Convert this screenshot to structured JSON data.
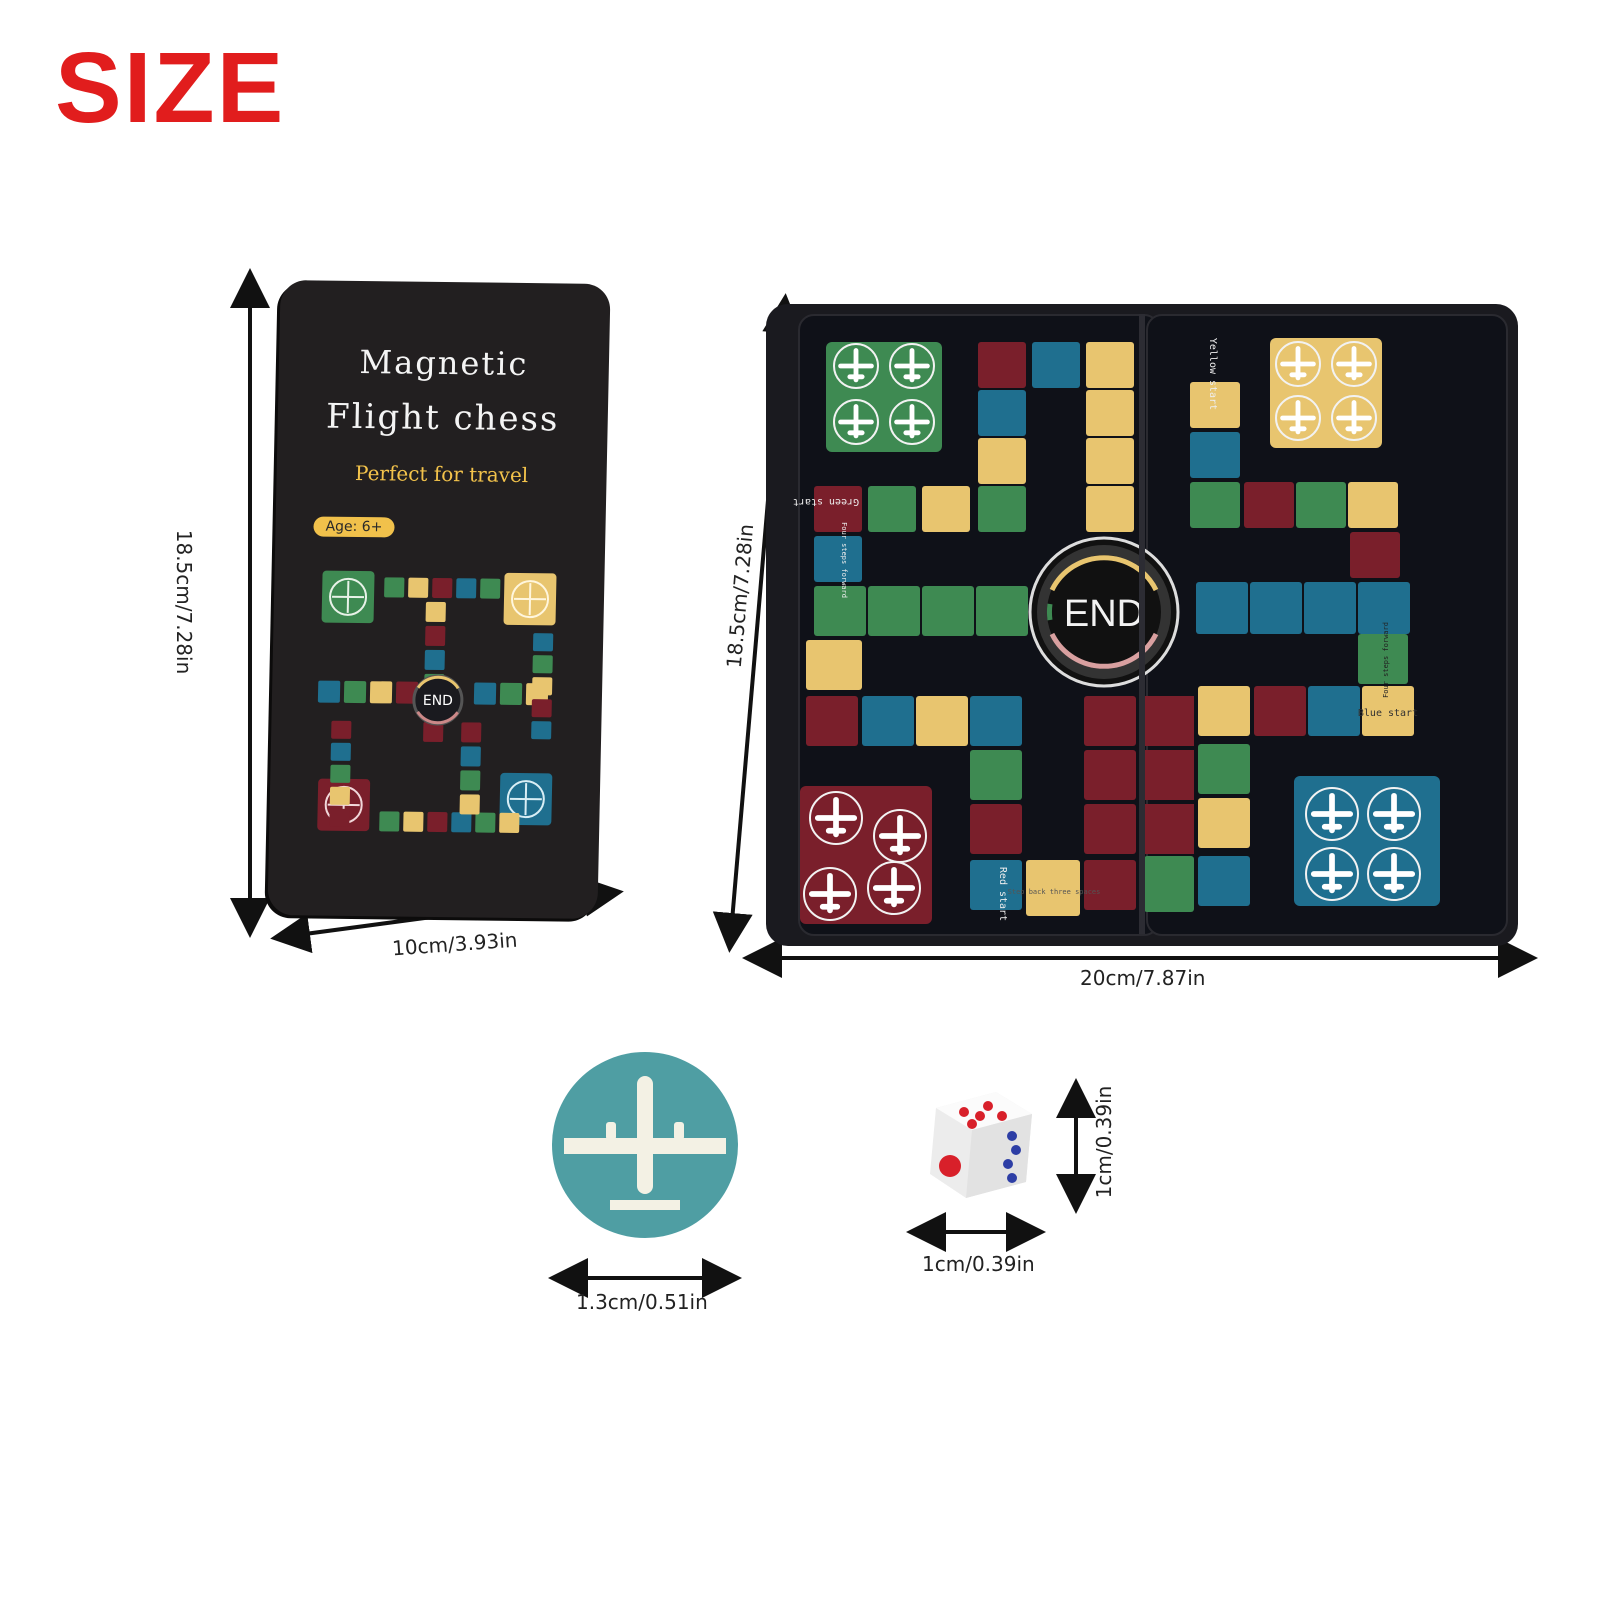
{
  "header": {
    "title": "SIZE",
    "title_color": "#e11d1d"
  },
  "closed_box": {
    "title_line1": "Magnetic",
    "title_line2": "Flight chess",
    "subtitle": "Perfect for travel",
    "age_badge": "Age: 6+",
    "center_label": "END",
    "height_label": "18.5cm/7.28in",
    "width_label": "10cm/3.93in"
  },
  "open_board": {
    "center_label": "END",
    "height_label": "18.5cm/7.28in",
    "width_label": "20cm/7.87in",
    "start_labels": {
      "green": "Green start",
      "yellow": "Yellow start",
      "red": "Red start",
      "blue": "Blue start",
      "four_steps_left": "Four steps forward",
      "four_steps_right": "Four steps forward",
      "step_back": "Step back three spaces"
    },
    "colors": {
      "green": "#3e8a52",
      "yellow": "#e8c56f",
      "red": "#7a1f2b",
      "blue": "#1f6f8f",
      "board": "#0f1118"
    }
  },
  "token": {
    "size_label": "1.3cm/0.51in",
    "color": "#4f9ea3"
  },
  "die": {
    "width_label": "1cm/0.39in",
    "height_label": "1cm/0.39in"
  },
  "icons": {
    "airplane": "airplane-icon",
    "dimension_arrow": "double-arrow-icon"
  }
}
